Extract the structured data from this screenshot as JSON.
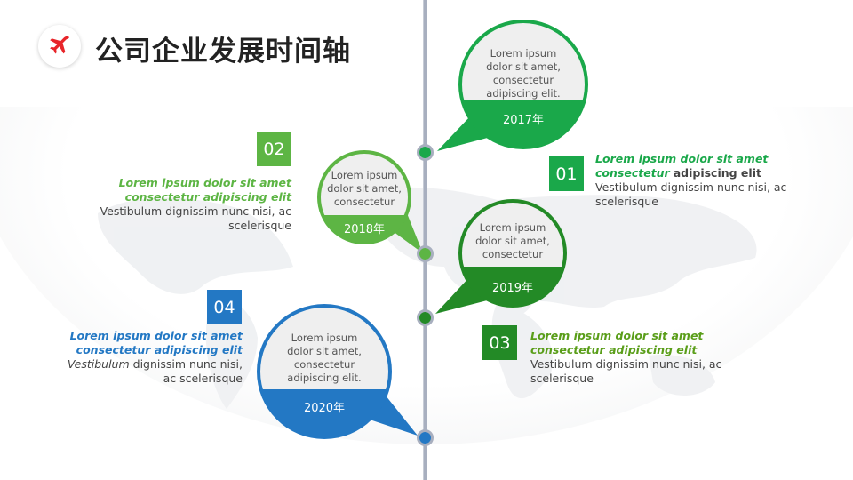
{
  "header": {
    "title": "公司企业发展时间轴",
    "icon": "airplane-icon",
    "icon_color": "#e8252a"
  },
  "colors": {
    "axis": "#a8afbf",
    "green_2017": "#1aa84a",
    "lightgreen_2018": "#5db544",
    "darkgreen_2019": "#238a26",
    "blue_2020": "#2378c4",
    "olive_highlight_03": "#5a9e1a",
    "bubble_fill": "#efefef"
  },
  "timeline": [
    {
      "year": "2017年",
      "bubble_text": "Lorem ipsum dolor sit amet, consectetur adipiscing elit.",
      "number": "01",
      "highlight": "Lorem ipsum dolor sit amet consectetur",
      "bold": "adipiscing elit",
      "body": "Vestibulum dignissim nunc nisi, ac scelerisque"
    },
    {
      "year": "2018年",
      "bubble_text": "Lorem ipsum dolor sit amet, consectetur",
      "number": "02",
      "highlight": "Lorem ipsum dolor sit amet consectetur adipiscing elit",
      "body": "Vestibulum dignissim nunc nisi, ac scelerisque"
    },
    {
      "year": "2019年",
      "bubble_text": "Lorem ipsum dolor sit amet, consectetur",
      "number": "03",
      "highlight": "Lorem ipsum dolor sit amet consectetur adipiscing elit",
      "body": "Vestibulum dignissim nunc nisi, ac scelerisque"
    },
    {
      "year": "2020年",
      "bubble_text": "Lorem ipsum dolor sit amet, consectetur adipiscing elit.",
      "number": "04",
      "highlight": "Lorem ipsum dolor sit amet consectetur adipiscing elit",
      "italic": "Vestibulum",
      "body": "dignissim nunc nisi, ac scelerisque"
    }
  ]
}
